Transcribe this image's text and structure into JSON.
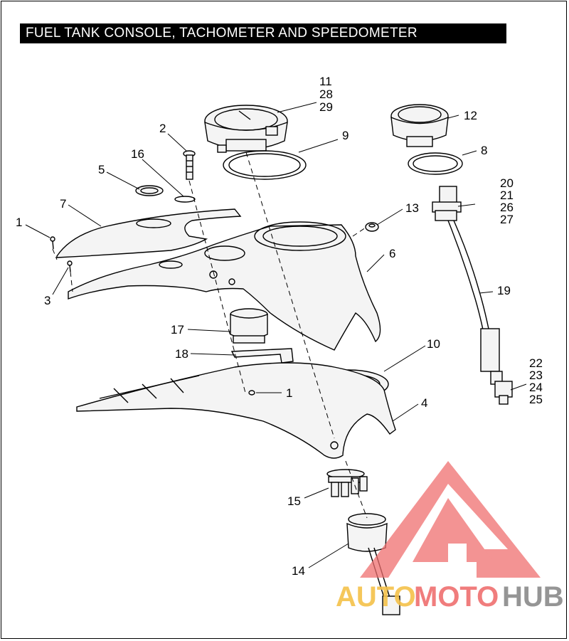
{
  "title": "FUEL TANK CONSOLE, TACHOMETER AND SPEEDOMETER",
  "callouts": {
    "c11": "11",
    "c28": "28",
    "c29": "29",
    "c12": "12",
    "c2": "2",
    "c9": "9",
    "c16": "16",
    "c5": "5",
    "c8": "8",
    "c20": "20",
    "c21": "21",
    "c26": "26",
    "c27": "27",
    "c7": "7",
    "c1a": "1",
    "c13": "13",
    "c6": "6",
    "c3": "3",
    "c19": "19",
    "c17": "17",
    "c10": "10",
    "c18": "18",
    "c22": "22",
    "c23": "23",
    "c24": "24",
    "c25": "25",
    "c1b": "1",
    "c4": "4",
    "c15": "15",
    "c14": "14"
  },
  "watermark": {
    "part1": "AUTO",
    "part2": "MOTO",
    "part3": "HUB",
    "color_red": "#ef6f6f",
    "color_orange": "#f5c24a",
    "color_gray": "#8a8a8a"
  }
}
